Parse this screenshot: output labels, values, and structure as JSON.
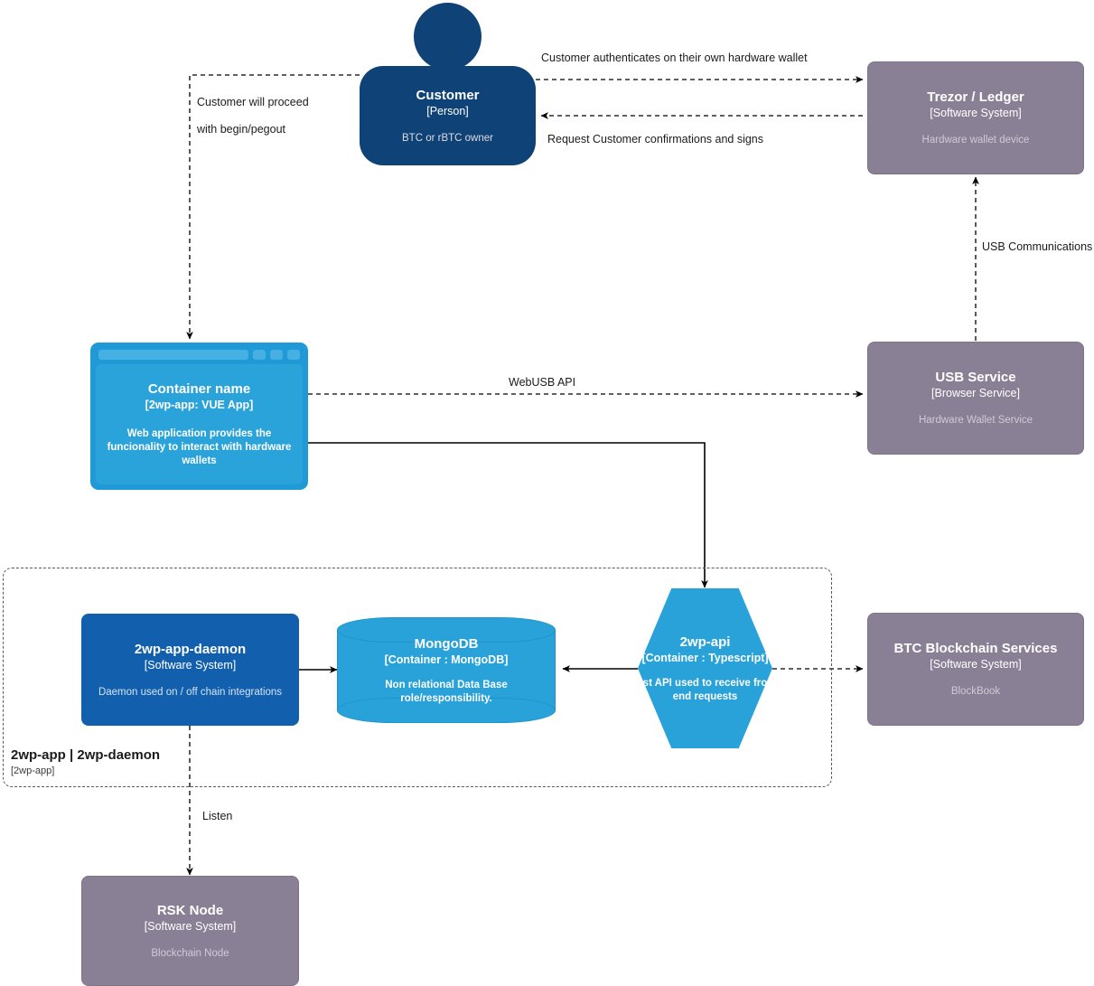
{
  "diagram": {
    "type": "C4 Container Diagram",
    "boundary": {
      "name": "2wp-app | 2wp-daemon",
      "tech": "[2wp-app]"
    },
    "nodes": {
      "customer": {
        "title": "Customer",
        "tech": "[Person]",
        "desc": "BTC or rBTC owner",
        "color": "#0f4276"
      },
      "trezor_ledger": {
        "title": "Trezor / Ledger",
        "tech": "[Software System]",
        "desc": "Hardware wallet device",
        "color": "#8a8095"
      },
      "vue_app": {
        "title": "Container name",
        "tech": "[2wp-app: VUE App]",
        "desc": "Web application provides the funcionality to interact with hardware wallets",
        "color": "#1f9ad6"
      },
      "usb_service": {
        "title": "USB Service",
        "tech": "[Browser Service]",
        "desc": "Hardware Wallet Service",
        "color": "#8a8095"
      },
      "daemon": {
        "title": "2wp-app-daemon",
        "tech": "[Software System]",
        "desc": "Daemon used on / off chain integrations",
        "color": "#1260ad"
      },
      "mongodb": {
        "title": "MongoDB",
        "tech": "[Container : MongoDB]",
        "desc": "Non relational Data Base role/responsibility.",
        "color": "#29a2da"
      },
      "api": {
        "title": "2wp-api",
        "tech": "[Container : Typescript]",
        "desc": "Rest API used to receive front-end requests",
        "color": "#29a2da"
      },
      "btc_services": {
        "title": "BTC Blockchain Services",
        "tech": "[Software System]",
        "desc": "BlockBook",
        "color": "#8a8095"
      },
      "rsk_node": {
        "title": "RSK Node",
        "tech": "[Software System]",
        "desc": "Blockchain Node",
        "color": "#8a8095"
      }
    },
    "edges": {
      "customer_to_trezor": "Customer authenticates on their own hardware wallet",
      "trezor_to_customer": "Request Customer confirmations and signs",
      "customer_to_vue_l1": "Customer will proceed",
      "customer_to_vue_l2": "with begin/pegout",
      "vue_to_usb": "WebUSB API",
      "usb_to_trezor": "USB Communications",
      "daemon_to_rsk": "Listen"
    }
  }
}
